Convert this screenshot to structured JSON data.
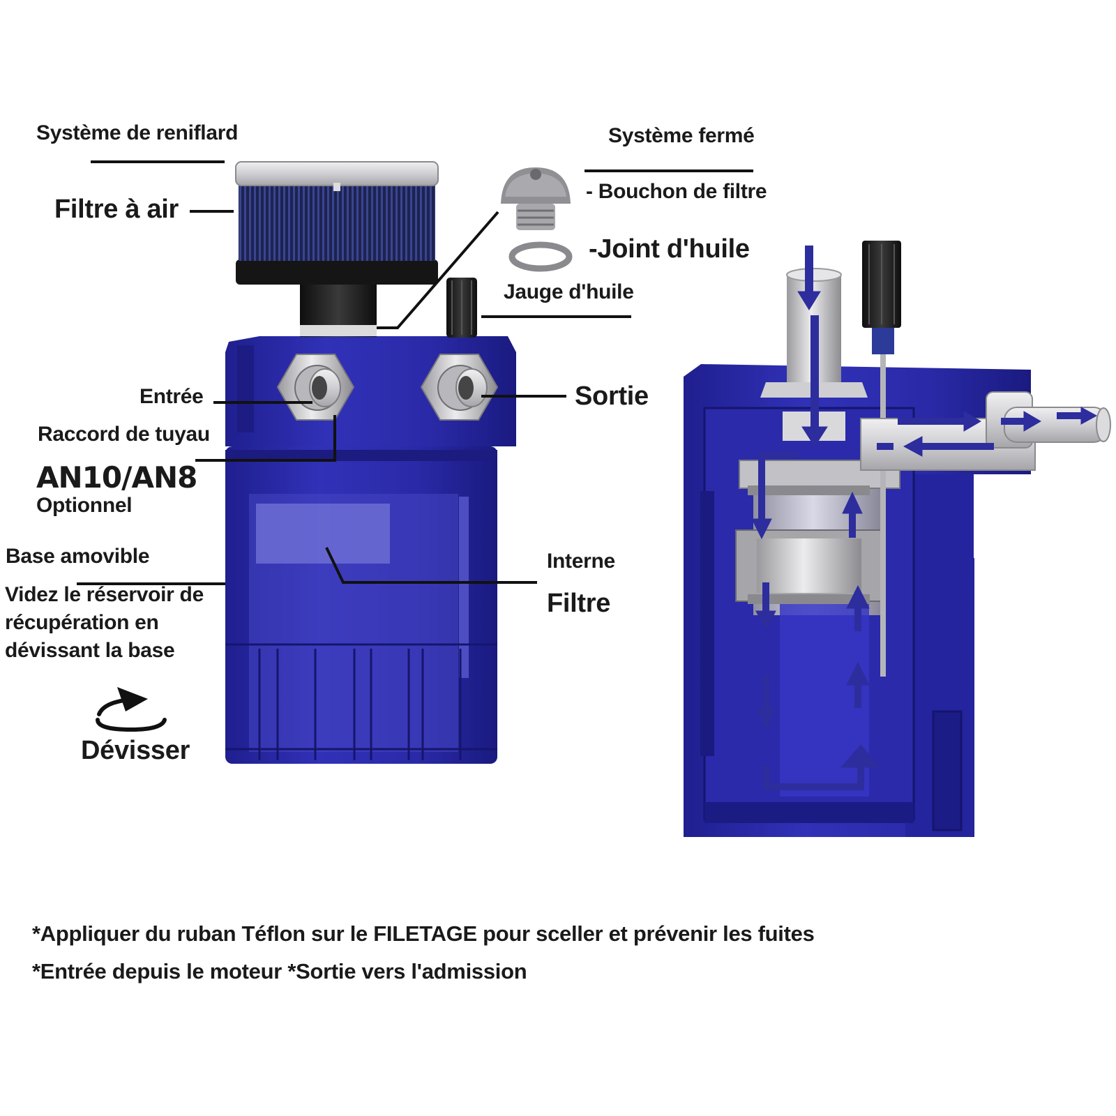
{
  "colors": {
    "housing": "#2626a6",
    "housing_dark": "#1c1c85",
    "metal": "#c9c9cc",
    "arrow": "#2b2b9e",
    "ink": "#1a1a1a"
  },
  "icons": [
    "unscrew-arrow-icon"
  ],
  "labels": {
    "breather_system": "Système de reniflard",
    "air_filter": "Filtre à air",
    "closed_system": "Système fermé",
    "filter_cap": "- Bouchon de filtre",
    "oil_seal": "-Joint d'huile",
    "dipstick": "Jauge d'huile",
    "inlet": "Entrée",
    "outlet": "Sortie",
    "hose_fitting": "Raccord de tuyau",
    "an_size": "AN10/AN8",
    "optional": "Optionnel",
    "removable_base": "Base amovible",
    "empty_line1": "Videz le réservoir de",
    "empty_line2": "récupération en",
    "empty_line3": "dévissant la base",
    "unscrew": "Dévisser",
    "internal": "Interne",
    "filter": "Filtre"
  },
  "notes": {
    "teflon": "*Appliquer du ruban Téflon sur le FILETAGE pour sceller et prévenir les fuites",
    "flow": "*Entrée depuis le moteur *Sortie vers l'admission"
  }
}
